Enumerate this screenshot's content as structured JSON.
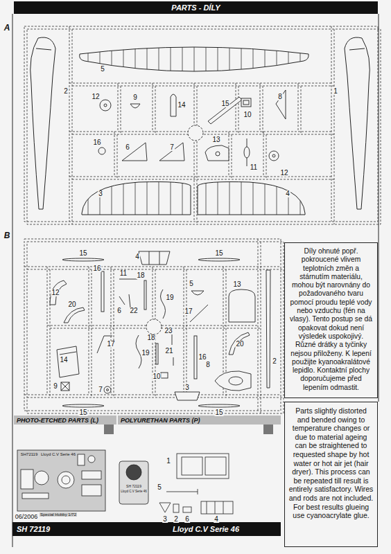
{
  "diagram": {
    "title": "PARTS - DÍLY",
    "nodes": [
      {
        "text": [
          "Díly ohnuté popř. pokroucené vlivem teplotních změn a stárnutím materiálu, mohou být narovnány do požadovaného tvaru pomocí proudu teplé vody nebo vzduchu (fén na vlasy). Tento postup se dá opakovat dokud není výsledek uspokojivý. Různé drátky a tyčinky nejsou přiloženy. K lepení použijte kyanoakralátové lepidlo. Kontaktní plochy doporučujeme před lepením odmastit."
        ]
      },
      {
        "text": [
          "PHOTO-ETCHED PARTS (L)"
        ]
      },
      {
        "text": [
          "POLYURETHAN PARTS (P)"
        ]
      },
      {
        "text": [
          "Parts slightly distorted and bended owing to temperature changes or due to material ageing can be straightened to requested shape by hot water or hot air jet (hair dryer). This process can be repeated till result is entirely satisfactory. Wires and rods are not included. For best results glueing use cyanoacrylate glue."
        ]
      },
      {
        "text": [
          "SH 72119",
          "Lloyd C.V Serie 46"
        ]
      }
    ],
    "labels": [
      "A",
      "5",
      "2",
      "1",
      "12",
      "9",
      "14",
      "15",
      "10",
      "8",
      "16",
      "6",
      "7",
      "13",
      "11",
      "12",
      "3",
      "4",
      "B",
      "15",
      "4",
      "15",
      "16",
      "11",
      "18",
      "5",
      "13",
      "12",
      "6",
      "22",
      "19",
      "17",
      "20",
      "23",
      "18",
      "17",
      "19",
      "21",
      "16",
      "20",
      "14",
      "2",
      "9",
      "7",
      "10",
      "8",
      "3",
      "15",
      "15",
      "SH72119",
      "Lloyd C.V Serie 46",
      "Special Hobby 1/72",
      "SH 72119",
      "Lloyd C.V Serie 46",
      "1",
      "5",
      "3",
      "2",
      "6",
      "4",
      "06/2006"
    ]
  }
}
